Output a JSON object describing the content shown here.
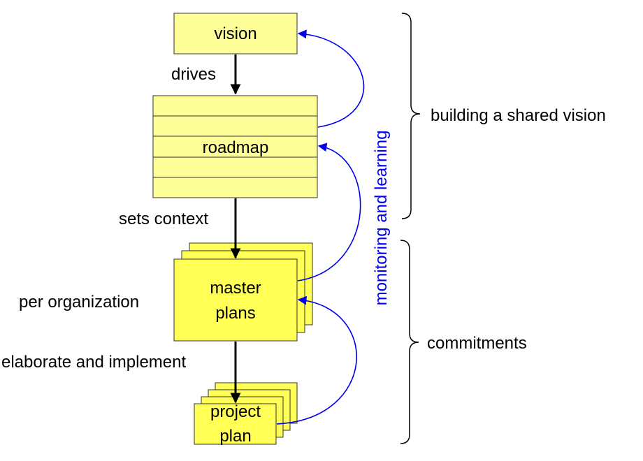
{
  "nodes": {
    "vision": "vision",
    "roadmap": "roadmap",
    "master_plans": [
      "master",
      "plans"
    ],
    "project_plan": [
      "project",
      "plan"
    ]
  },
  "edge_labels": {
    "drives": "drives",
    "sets_context": "sets context",
    "per_organization": "per organization",
    "elaborate": "elaborate and implement"
  },
  "feedback_label": "monitoring and learning",
  "braces": {
    "top": "building a shared vision",
    "bottom": "commitments"
  },
  "colors": {
    "light_box": "#ffff99",
    "yellow_box": "#ffff55",
    "feedback": "#0000ee"
  }
}
